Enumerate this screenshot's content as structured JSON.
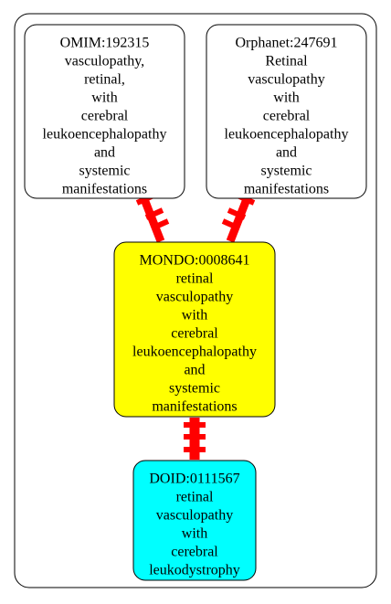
{
  "colors": {
    "edge": "#ff0000",
    "node_default_fill": "#ffffff",
    "mondo_fill": "#ffff00",
    "doid_fill": "#00ffff",
    "stroke": "#000000"
  },
  "nodes": {
    "omim": {
      "lines": [
        "OMIM:192315",
        "vasculopathy,",
        "retinal,",
        "with",
        "cerebral",
        "leukoencephalopathy",
        "and",
        "systemic",
        "manifestations"
      ]
    },
    "orphanet": {
      "lines": [
        "Orphanet:247691",
        "Retinal",
        "vasculopathy",
        "with",
        "cerebral",
        "leukoencephalopathy",
        "and",
        "systemic",
        "manifestations"
      ]
    },
    "mondo": {
      "lines": [
        "MONDO:0008641",
        "retinal",
        "vasculopathy",
        "with",
        "cerebral",
        "leukoencephalopathy",
        "and",
        "systemic",
        "manifestations"
      ]
    },
    "doid": {
      "lines": [
        "DOID:0111567",
        "retinal",
        "vasculopathy",
        "with",
        "cerebral",
        "leukodystrophy"
      ]
    }
  },
  "edges": [
    {
      "from": "omim",
      "to": "mondo"
    },
    {
      "from": "orphanet",
      "to": "mondo"
    },
    {
      "from": "mondo",
      "to": "doid"
    }
  ]
}
